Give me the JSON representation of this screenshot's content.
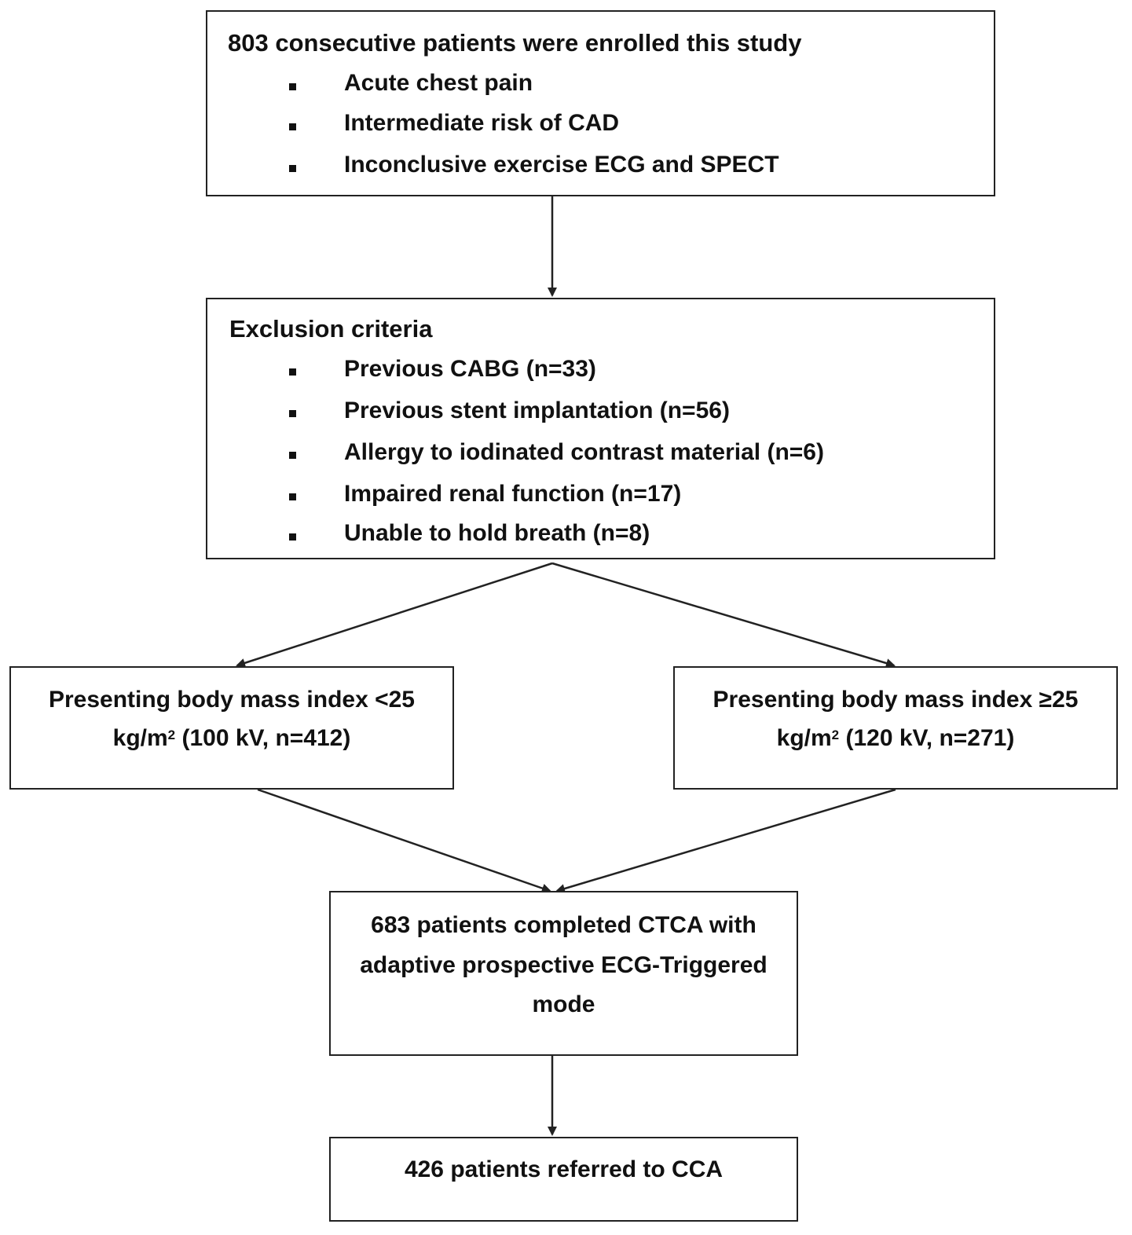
{
  "enrollment": {
    "title": "803 consecutive patients were enrolled this study",
    "items": [
      "Acute chest pain",
      "Intermediate risk of CAD",
      "Inconclusive exercise ECG and SPECT"
    ]
  },
  "exclusion": {
    "title": "Exclusion criteria",
    "items": [
      "Previous CABG  (n=33)",
      "Previous stent implantation (n=56)",
      "Allergy to iodinated contrast material (n=6)",
      "Impaired renal function (n=17)",
      "Unable to hold breath (n=8)"
    ]
  },
  "bmi_low": {
    "line1": "Presenting body mass index <25",
    "unit_base": "kg/m",
    "unit_sup": "2",
    "detail": " (100 kV, n=412)"
  },
  "bmi_high": {
    "line1": "Presenting body mass index ≥25",
    "unit_base": "kg/m",
    "unit_sup": "2",
    "detail": " (120 kV, n=271)"
  },
  "completed": {
    "lines": [
      "683 patients completed CTCA with",
      "adaptive prospective ECG-Triggered",
      "mode"
    ]
  },
  "referred": {
    "text": "426 patients referred to CCA"
  }
}
